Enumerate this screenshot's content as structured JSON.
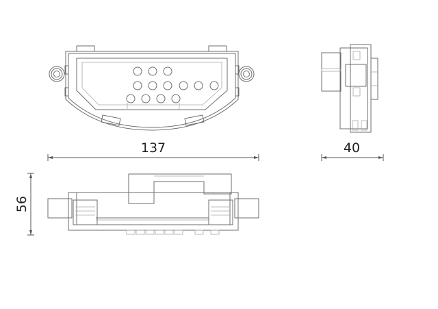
{
  "drawing": {
    "views": {
      "top": {
        "label": "top-view"
      },
      "side": {
        "label": "side-view"
      },
      "front": {
        "label": "front-view"
      }
    },
    "dimensions": {
      "width": "137",
      "depth": "40",
      "height": "56"
    },
    "colors": {
      "line": "#6e6e6e",
      "dimension_text": "#222222",
      "background": "#ffffff"
    }
  }
}
